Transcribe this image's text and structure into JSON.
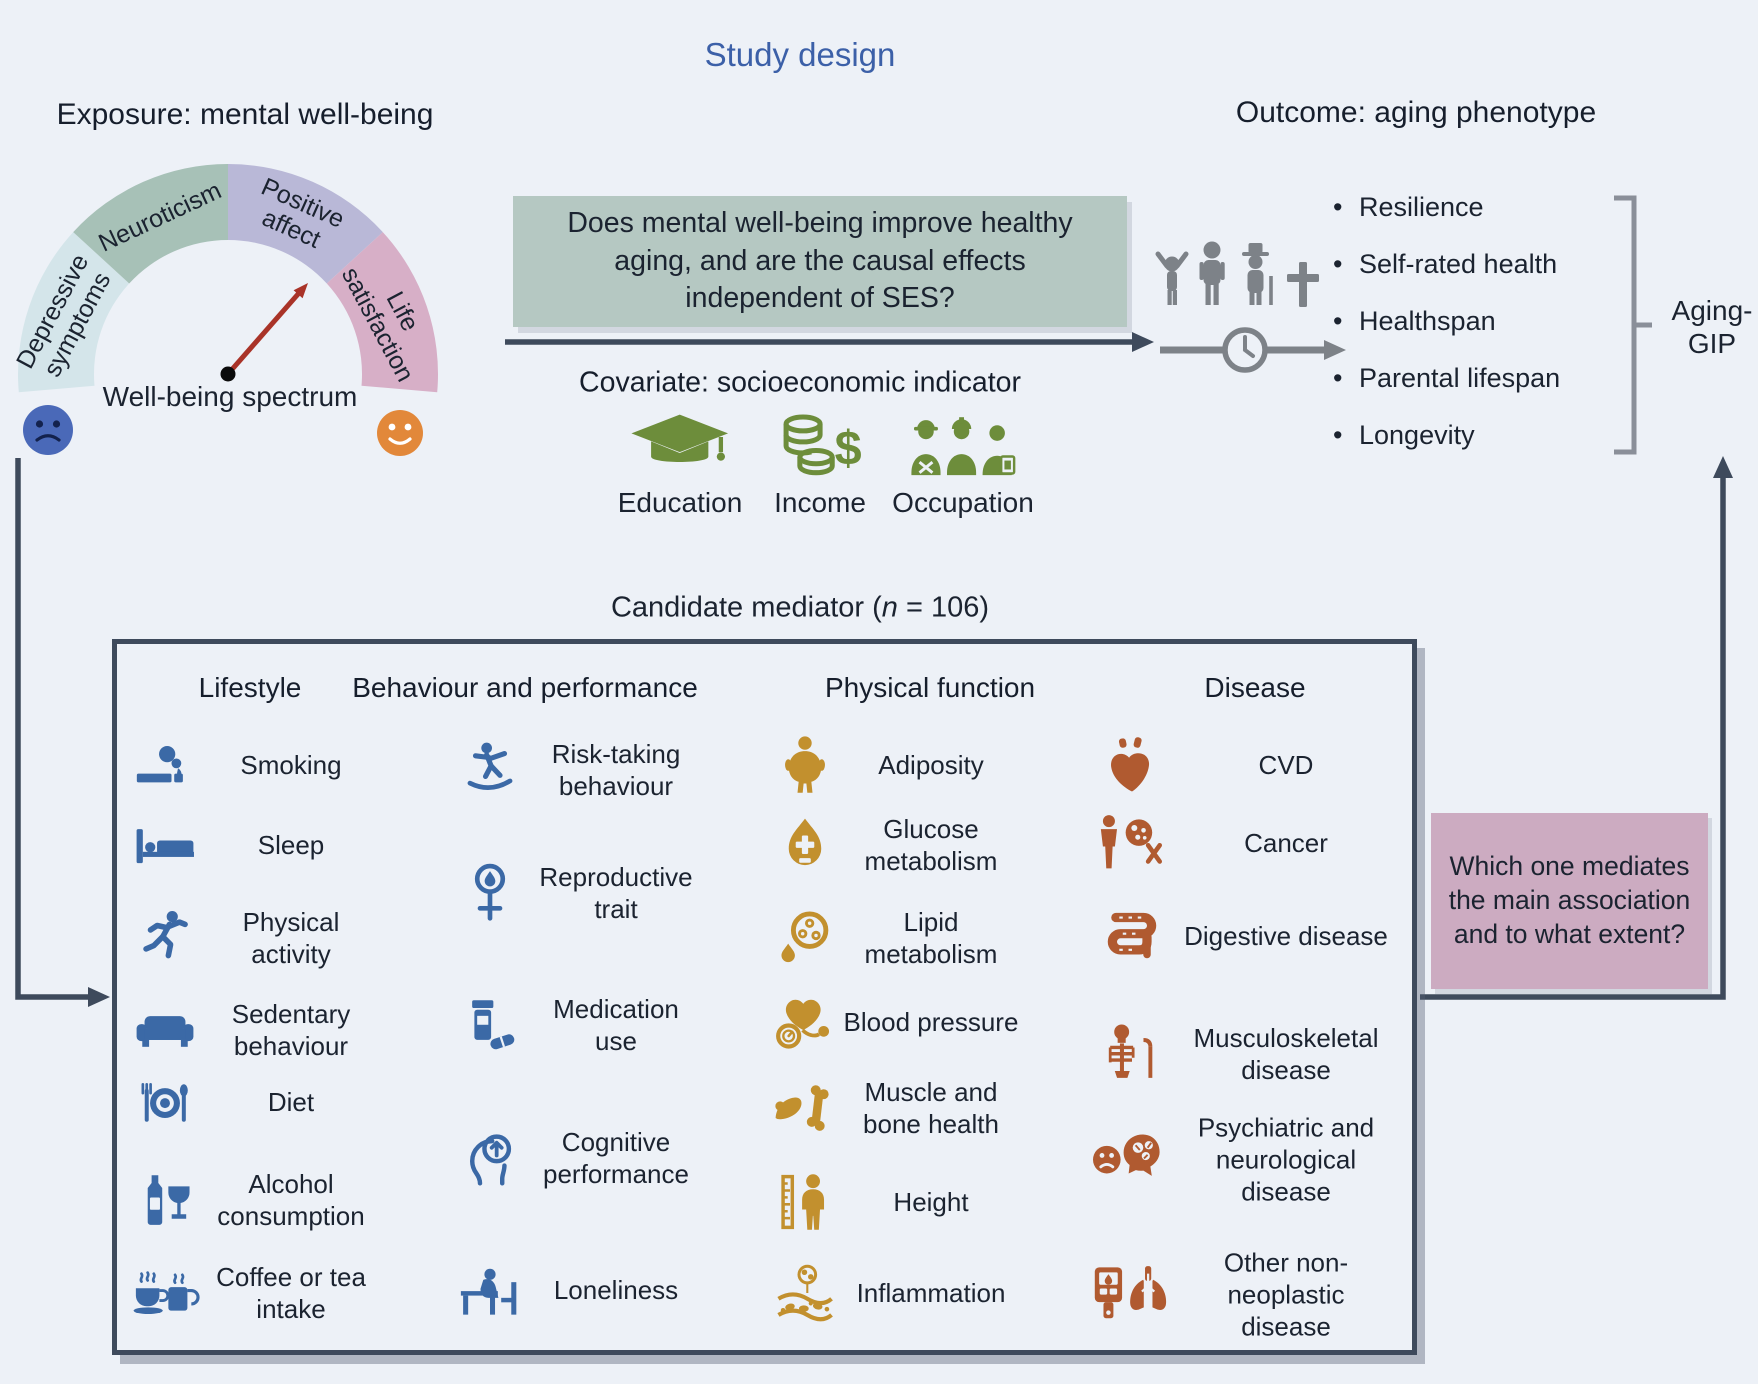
{
  "title": "Study design",
  "exposure": {
    "heading": "Exposure: mental well-being",
    "gauge_segments": [
      "Depressive symptoms",
      "Neuroticism",
      "Positive affect",
      "Life satisfaction"
    ],
    "spectrum_label": "Well-being spectrum",
    "sad_face_icon": "sad-face-icon",
    "happy_face_icon": "happy-face-icon"
  },
  "question_box": "Does mental well-being improve healthy aging, and are the causal effects independent of SES?",
  "covariate": {
    "heading": "Covariate: socioeconomic indicator",
    "items": [
      {
        "label": "Education",
        "icon": "graduation-cap-icon"
      },
      {
        "label": "Income",
        "icon": "coins-dollar-icon"
      },
      {
        "label": "Occupation",
        "icon": "workers-icon"
      }
    ]
  },
  "outcome": {
    "heading": "Outcome: aging phenotype",
    "items": [
      "Resilience",
      "Self-rated health",
      "Healthspan",
      "Parental lifespan",
      "Longevity"
    ],
    "bracket_label_line1": "Aging-",
    "bracket_label_line2": "GIP",
    "icon": "life-course-timeline-icon"
  },
  "mediator": {
    "heading_pre": "Candidate mediator (",
    "heading_n": "n",
    "heading_post": " = 106)",
    "columns": [
      {
        "header": "Lifestyle",
        "items": [
          {
            "label": "Smoking",
            "icon": "cigarette-icon"
          },
          {
            "label": "Sleep",
            "icon": "bed-icon"
          },
          {
            "label": "Physical activity",
            "icon": "runner-icon"
          },
          {
            "label": "Sedentary behaviour",
            "icon": "sofa-icon"
          },
          {
            "label": "Diet",
            "icon": "plate-cutlery-icon"
          },
          {
            "label": "Alcohol consumption",
            "icon": "bottle-wine-glass-icon"
          },
          {
            "label": "Coffee or tea intake",
            "icon": "coffee-cups-icon"
          }
        ]
      },
      {
        "header": "Behaviour and performance",
        "items": [
          {
            "label": "Risk-taking behaviour",
            "icon": "balance-board-icon"
          },
          {
            "label": "Reproductive trait",
            "icon": "female-symbol-droplet-icon"
          },
          {
            "label": "Medication use",
            "icon": "pill-bottle-icon"
          },
          {
            "label": "Cognitive performance",
            "icon": "head-up-arrow-icon"
          },
          {
            "label": "Loneliness",
            "icon": "person-at-table-icon"
          }
        ]
      },
      {
        "header": "Physical function",
        "items": [
          {
            "label": "Adiposity",
            "icon": "rotund-person-icon"
          },
          {
            "label": "Glucose metabolism",
            "icon": "droplet-cross-icon"
          },
          {
            "label": "Lipid metabolism",
            "icon": "lipid-cells-icon"
          },
          {
            "label": "Blood pressure",
            "icon": "heart-pressure-gauge-icon"
          },
          {
            "label": "Muscle and bone health",
            "icon": "muscle-bone-icon"
          },
          {
            "label": "Height",
            "icon": "ruler-person-icon"
          },
          {
            "label": "Inflammation",
            "icon": "vessel-inflammation-icon"
          }
        ]
      },
      {
        "header": "Disease",
        "items": [
          {
            "label": "CVD",
            "icon": "anatomical-heart-icon"
          },
          {
            "label": "Cancer",
            "icon": "person-tumor-cell-icon"
          },
          {
            "label": "Digestive disease",
            "icon": "intestine-icon"
          },
          {
            "label": "Musculoskeletal disease",
            "icon": "skeleton-icon"
          },
          {
            "label": "Psychiatric and neurological disease",
            "icon": "sad-face-brain-icon"
          },
          {
            "label": "Other non-neoplastic disease",
            "icon": "glucometer-lungs-icon"
          }
        ]
      }
    ]
  },
  "mediation_box": "Which one mediates the main association and to what extent?",
  "colors": {
    "background": "#edf1f7",
    "title_blue": "#3c60a8",
    "question_box_bg": "#b5c8c2",
    "mediation_box_bg": "#ccabc1",
    "frame_slate": "#3e4a5c",
    "lifestyle_behaviour_blue": "#3b69a6",
    "physical_gold": "#c2902e",
    "disease_rust": "#b05a30",
    "covariate_green": "#6d8d3b",
    "people_gray": "#7d8288",
    "gauge_depressive": "#d4e5ea",
    "gauge_neuroticism": "#a7c1b7",
    "gauge_positive": "#b9b8d7",
    "gauge_life": "#d7afc7",
    "needle_red": "#a93328",
    "sad_face_blue": "#4a69b8",
    "happy_face_orange": "#e2883a"
  }
}
